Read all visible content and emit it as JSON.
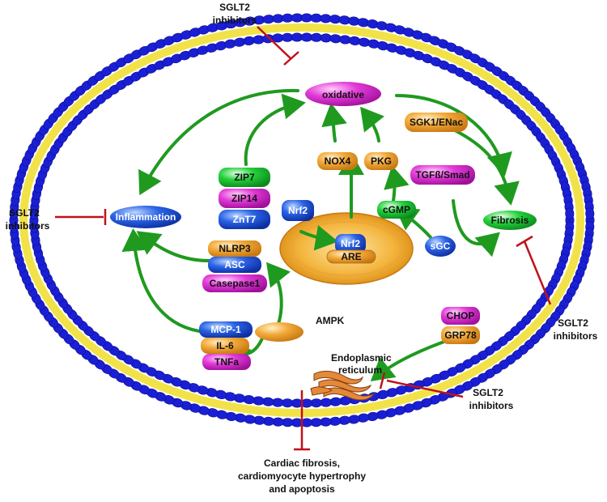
{
  "inhibitor_label_line1": "SGLT2",
  "inhibitor_label_line2": "inhibitors",
  "nodes": {
    "oxidative": "oxidative",
    "inflammation": "Inflammation",
    "fibrosis": "Fibrosis",
    "sgk1_enac": "SGK1/ENac",
    "tgfb_smad": "TGFß/Smad",
    "nox4": "NOX4",
    "pkg": "PKG",
    "cgmp": "cGMP",
    "sgc": "sGC",
    "nrf2_cyto": "Nrf2",
    "nrf2_nuc": "Nrf2",
    "are": "ARE",
    "zip7": "ZIP7",
    "zip14": "ZIP14",
    "znt7": "ZnT7",
    "nlrp3": "NLRP3",
    "asc": "ASC",
    "casepase1": "Casepase1",
    "ampk": "AMPK",
    "mcp1": "MCP-1",
    "il6": "IL-6",
    "tnfa": "TNFa",
    "chop": "CHOP",
    "grp78": "GRP78"
  },
  "er_label_line1": "Endoplasmic",
  "er_label_line2": "reticulum",
  "outcome_line1": "Cardiac fibrosis,",
  "outcome_line2": "cardiomyocyte hypertrophy",
  "outcome_line3": "and apoptosis",
  "colors": {
    "membrane_head": "#1a1fd6",
    "membrane_tail": "#f2e24a",
    "arrow": "#1f9a1f",
    "inhibit": "#c0111a",
    "magenta": "#e23ad8",
    "orange": "#f2a93a",
    "blue": "#2b63e6",
    "green": "#22d03a"
  }
}
